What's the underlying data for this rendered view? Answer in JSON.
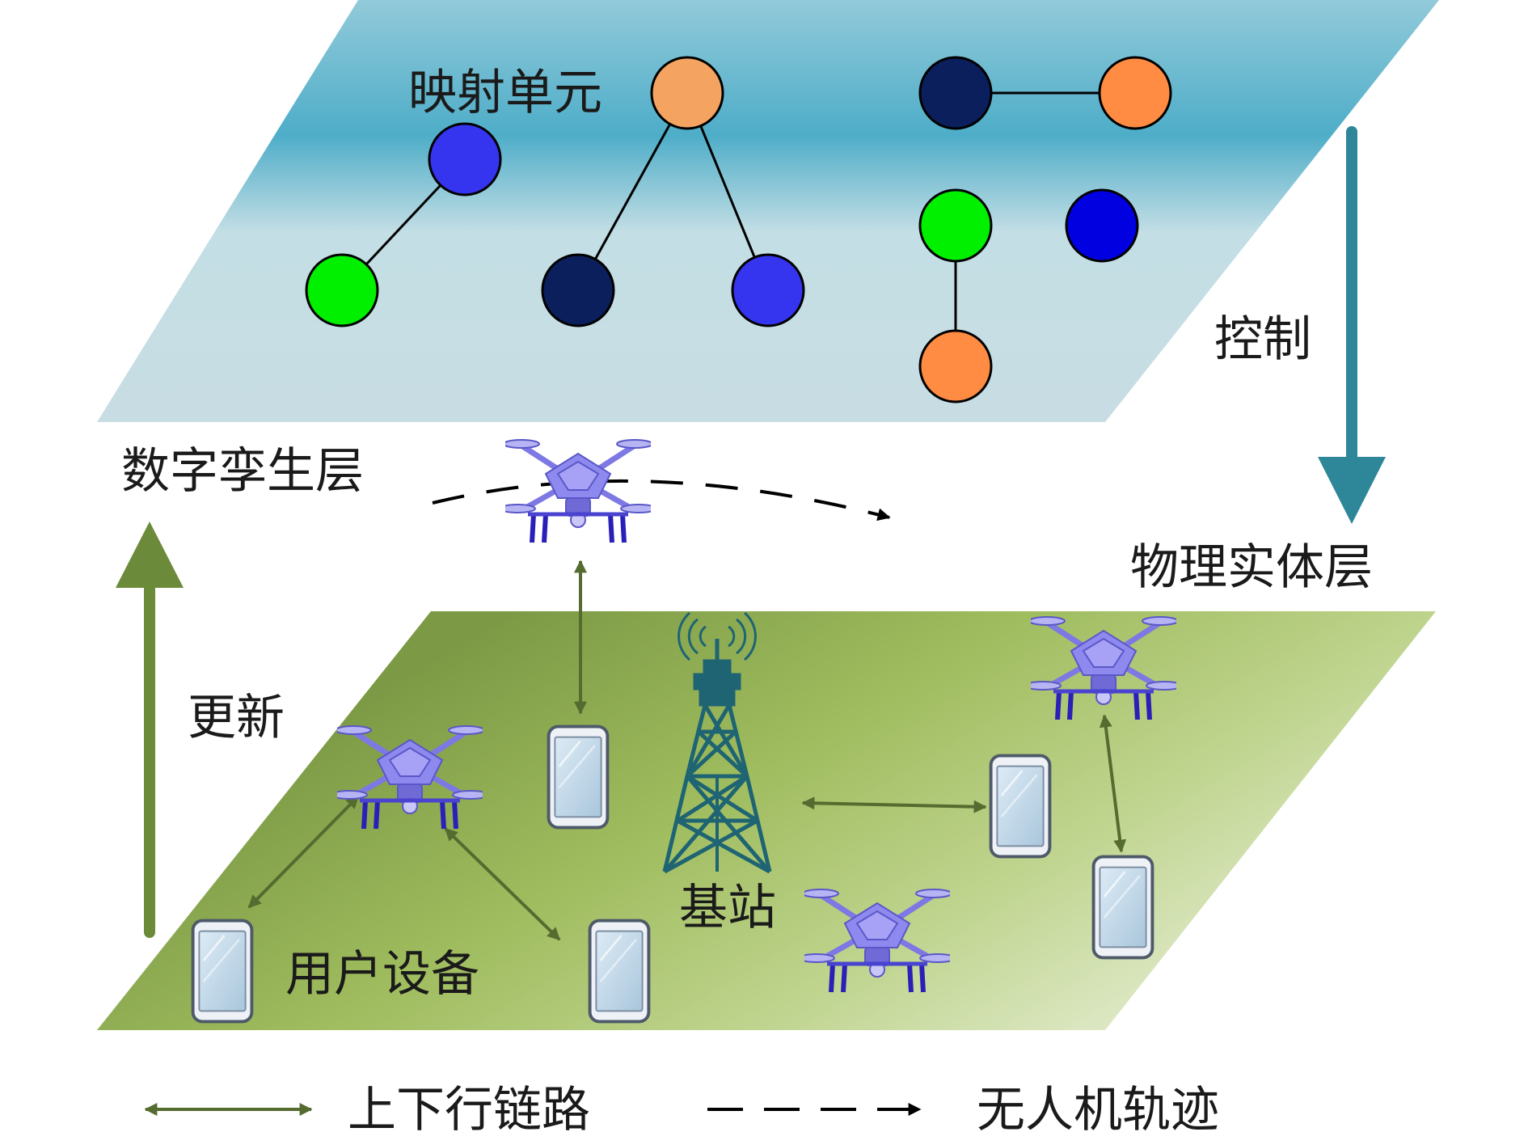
{
  "labels": {
    "mapping_unit": "映射单元",
    "control": "控制",
    "digital_twin_layer": "数字孪生层",
    "physical_layer": "物理实体层",
    "update": "更新",
    "base_station": "基站",
    "user_equipment": "用户设备"
  },
  "legend": {
    "link": "上下行链路",
    "trajectory": "无人机轨迹"
  },
  "colors": {
    "node_orange_light": "#F4A460",
    "node_orange": "#FF8C42",
    "node_blue": "#3535F0",
    "node_pure_blue": "#0000E0",
    "node_green": "#00F000",
    "node_navy": "#0A1F5C",
    "control_arrow": "#2E8699",
    "update_arrow": "#6B8A3A",
    "link_green": "#556B2F",
    "tower": "#1E6473"
  },
  "icons": {
    "drone": "drone-icon",
    "phone": "phone-icon",
    "tower": "tower-icon"
  }
}
